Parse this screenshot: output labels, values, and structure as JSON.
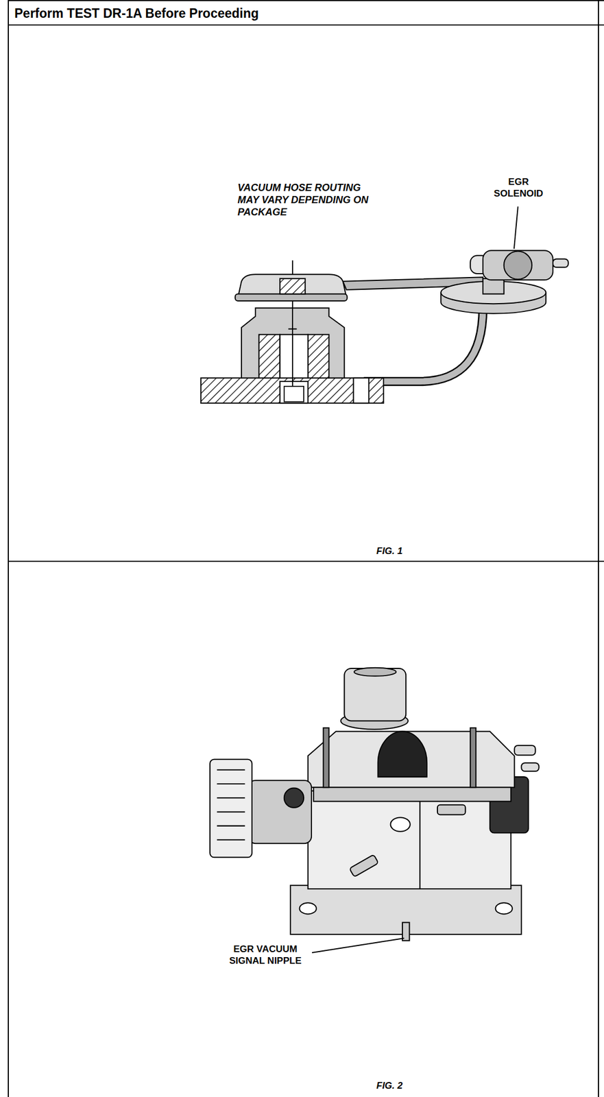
{
  "diagram": {
    "title": "Perform TEST DR-1A Before Proceeding",
    "labels": [
      "VACUUM HOSE ROUTING MAY VARY DEPENDING ON PACKAGE",
      "EGR SOLENOID",
      "FIG. 1",
      "EGR VACUUM SIGNAL NIPPLE",
      "FIG. 2"
    ]
  }
}
